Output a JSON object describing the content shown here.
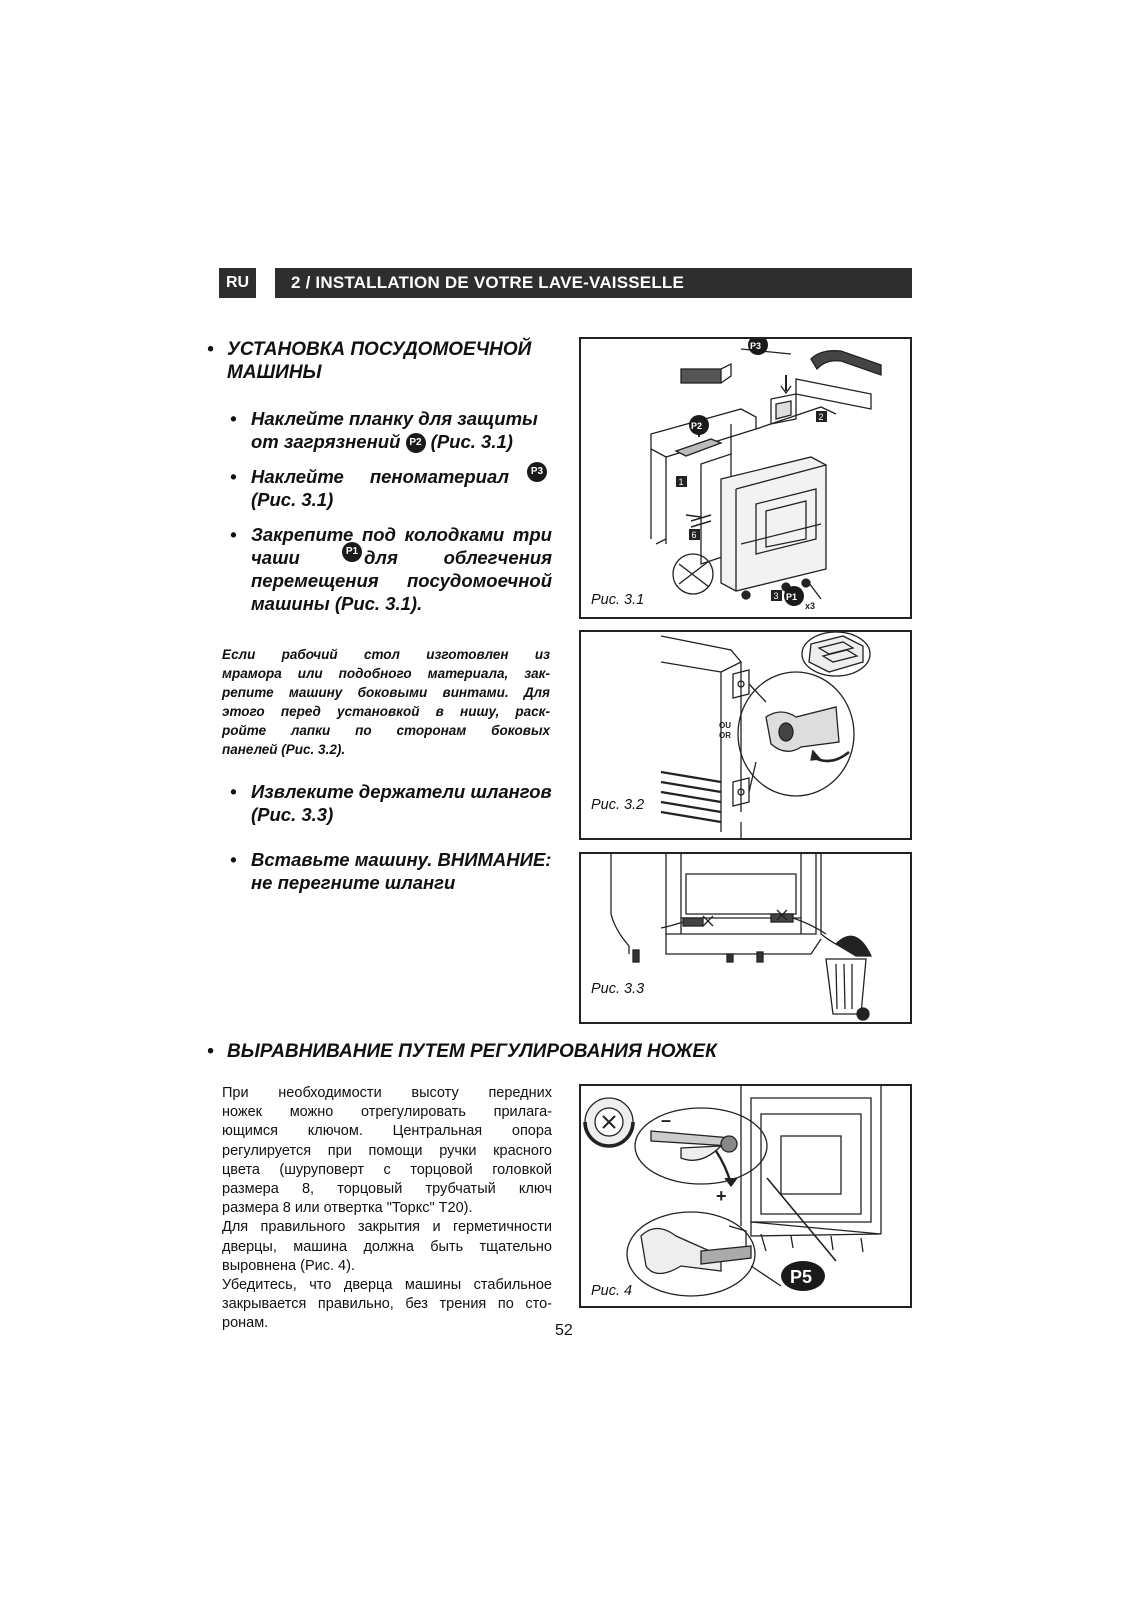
{
  "header": {
    "lang": "RU",
    "title": "2 / INSTALLATION DE VOTRE LAVE-VAISSELLE"
  },
  "section1": {
    "bullet": "•",
    "title_l1": "УСТАНОВКА ПОСУДОМОЕЧНОЙ",
    "title_l2": "МАШИНЫ",
    "item1_l1": "Наклейте планку для защиты",
    "item1_l2a": "от загрязнений",
    "item1_l2b": "(Рис. 3.1)",
    "item2_l1": "Наклейте пеноматериал",
    "item2_l2": "(Рис. 3.1)",
    "item3_l1": "Закрепите под колодками три",
    "item3_l2a": "чаши",
    "item3_l2b": "для облегчения",
    "item3_l3": "перемещения посудомоечной",
    "item3_l4": "машины (Рис. 3.1).",
    "note": [
      "Если рабочий стол изготовлен из",
      "мрамора или подобного материала, зак-",
      "репите машину боковыми винтами. Для",
      "этого перед установкой в нишу, раск-",
      "ройте лапки по сторонам боковых",
      "панелей (Рис. 3.2)."
    ],
    "item4_l1": "Извлеките держатели шлангов",
    "item4_l2": "(Рис. 3.3)",
    "item5_l1": "Вставьте машину. ВНИМАНИЕ:",
    "item5_l2": "не перегните шланги"
  },
  "section2": {
    "title": "ВЫРАВНИВАНИЕ ПУТЕМ РЕГУЛИРОВАНИЯ НОЖЕК",
    "para": [
      "При необходимости высоту передних",
      "ножек можно отрегулировать прилага-",
      "ющимся ключом. Центральная опора",
      "регулируется при помощи ручки красного",
      "цвета (шуруповерт с торцовой головкой",
      "размера 8, торцовый трубчатый ключ",
      "размера 8 или отвертка \"Торкс\" T20).",
      "Для правильного закрытия и герметичности",
      "дверцы, машина должна быть тщательно",
      "выровнена (Рис. 4).",
      "Убедитесь, что дверца машины стабильное",
      "закрывается правильно, без трения по сто-",
      "ронам."
    ]
  },
  "badges": {
    "p1": "P1",
    "p2": "P2",
    "p3": "P3",
    "p5": "P5",
    "x3": "x3",
    "n1": "1",
    "n2": "2",
    "n3": "3",
    "n6": "6",
    "ou": "OU",
    "or": "OR",
    "minus": "–",
    "plus": "+"
  },
  "figures": {
    "f31": "Рис. 3.1",
    "f32": "Рис. 3.2",
    "f33": "Рис. 3.3",
    "f4": "Рис. 4"
  },
  "page_number": "52"
}
